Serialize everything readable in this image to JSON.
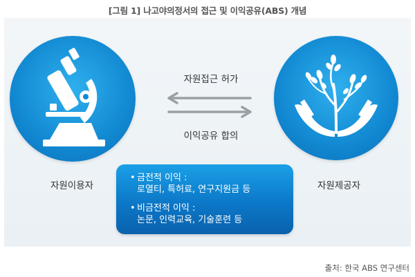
{
  "title": "[그림 1] 나고야의정서의 접근 및 이익공유(ABS) 개념",
  "left_node": {
    "label": "자원이용자",
    "icon": "microscope-icon"
  },
  "right_node": {
    "label": "자원제공자",
    "icon": "hands-plant-icon"
  },
  "arrows": {
    "top_label": "자원접근 허가",
    "bottom_label": "이익공유 합의"
  },
  "benefits_box": {
    "items": [
      {
        "bullet": "•",
        "heading": "금전적 이익 :",
        "detail": "로열티, 특허료, 연구지원금 등"
      },
      {
        "bullet": "•",
        "heading": "비금전적 이익 :",
        "detail": "논문, 인력교육, 기술훈련 등"
      }
    ]
  },
  "source": "출처: 한국 ABS 연구센터",
  "colors": {
    "circle_blue": "#1289d2",
    "box_blue": "#0c78c8",
    "arrow_grey": "#9aa0a4"
  }
}
